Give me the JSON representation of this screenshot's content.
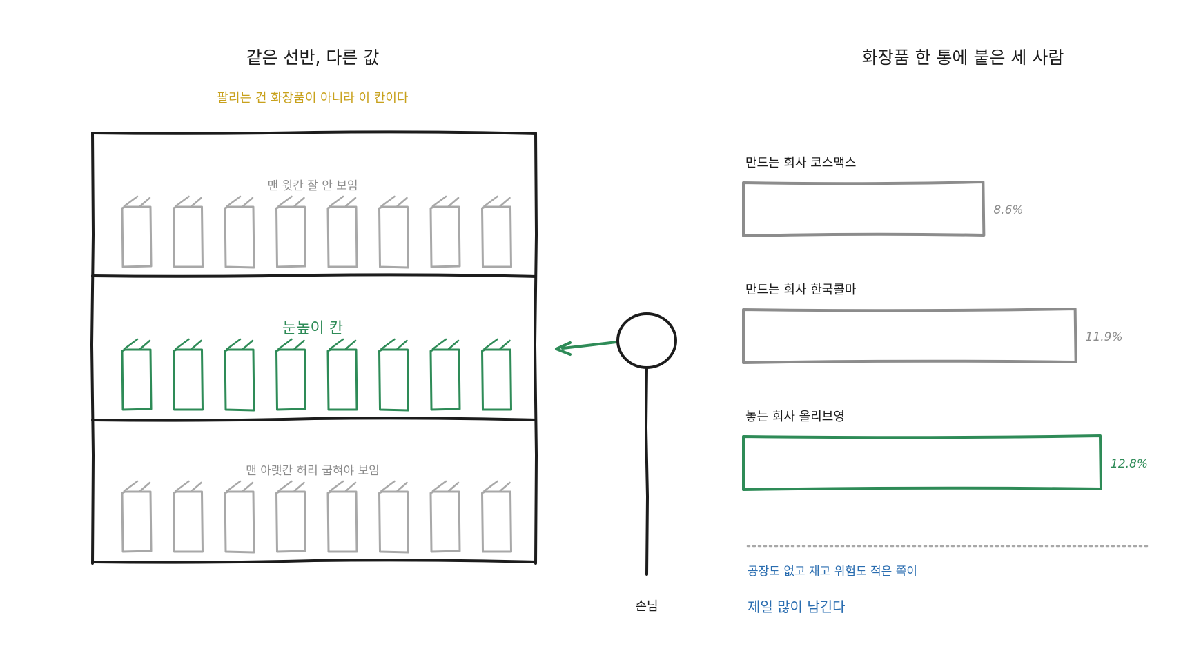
{
  "colors": {
    "ink": "#1c1c1c",
    "gray": "#8c8c8c",
    "light_gray": "#a8a8a8",
    "green": "#2e8b57",
    "gold": "#c8a11c",
    "blue": "#2a6db0"
  },
  "shelf": {
    "title": "같은 선반, 다른 값",
    "subtitle": "팔리는 건 화장품이 아니라 이 칸이다",
    "rows": [
      {
        "label": "맨 윗칸  잘 안 보임",
        "highlight": false,
        "product_count": 8
      },
      {
        "label": "눈높이 칸",
        "highlight": true,
        "product_count": 8
      },
      {
        "label": "맨 아랫칸  허리 굽혀야 보임",
        "highlight": false,
        "product_count": 8
      }
    ]
  },
  "customer": {
    "label": "손님"
  },
  "chart_data": {
    "type": "bar",
    "title": "화장품 한 통에 붙은 세 사람",
    "unit": "%",
    "orientation": "horizontal",
    "categories": [
      "만드는 회사  코스맥스",
      "만드는 회사  한국콜마",
      "놓는 회사  올리브영"
    ],
    "values": [
      8.6,
      11.9,
      12.8
    ],
    "value_labels": [
      "8.6%",
      "11.9%",
      "12.8%"
    ],
    "highlight_index": 2,
    "xlim": [
      0,
      12.8
    ]
  },
  "notes": {
    "line1": "공장도 없고 재고 위험도 적은 쪽이",
    "line2": "제일 많이 남긴다"
  }
}
